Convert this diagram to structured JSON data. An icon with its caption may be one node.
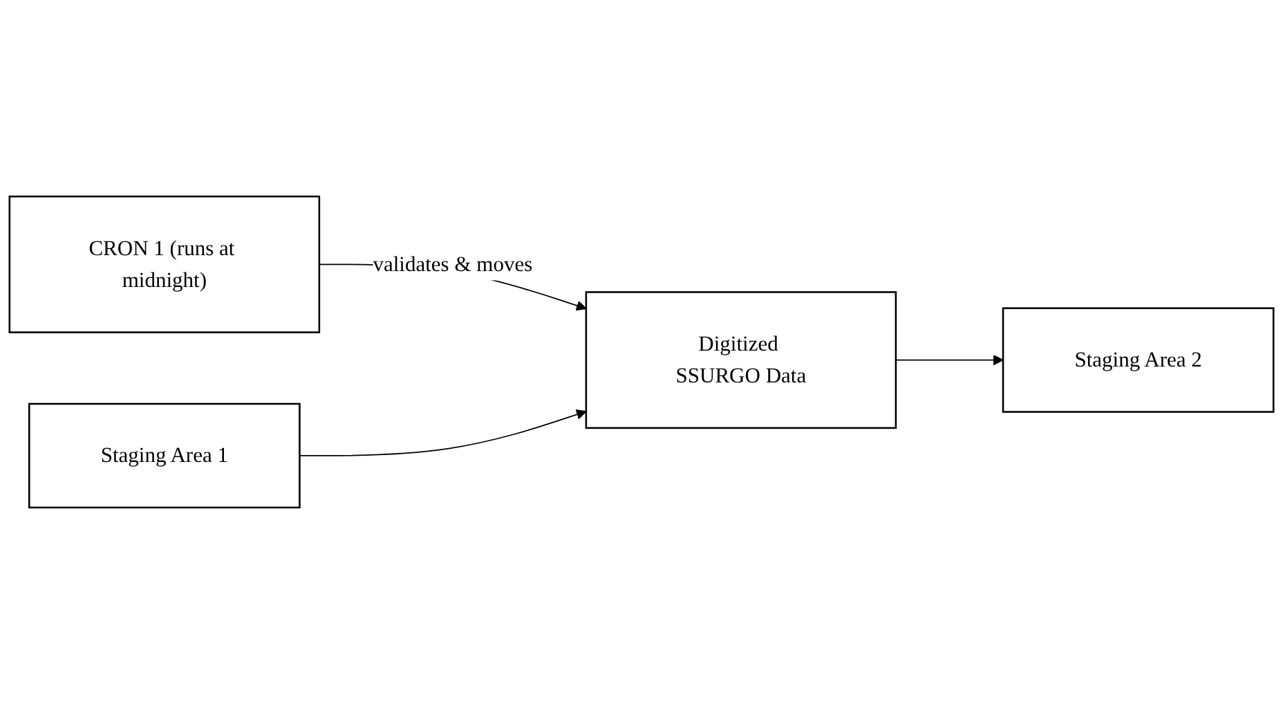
{
  "diagram": {
    "nodes": [
      {
        "text": [
          "CRON 1 (runs at midnight)"
        ]
      },
      {
        "text": [
          "Staging Area 1"
        ]
      },
      {
        "text": [
          "Digitized SSURGO Data"
        ]
      },
      {
        "text": [
          "Staging Area 2"
        ]
      }
    ],
    "edges": [
      {
        "from": 0,
        "to": 2,
        "arrow": "to",
        "label": "validates & moves"
      },
      {
        "from": 1,
        "to": 2,
        "arrow": "to"
      },
      {
        "from": 2,
        "to": 3,
        "arrow": "to"
      }
    ]
  }
}
